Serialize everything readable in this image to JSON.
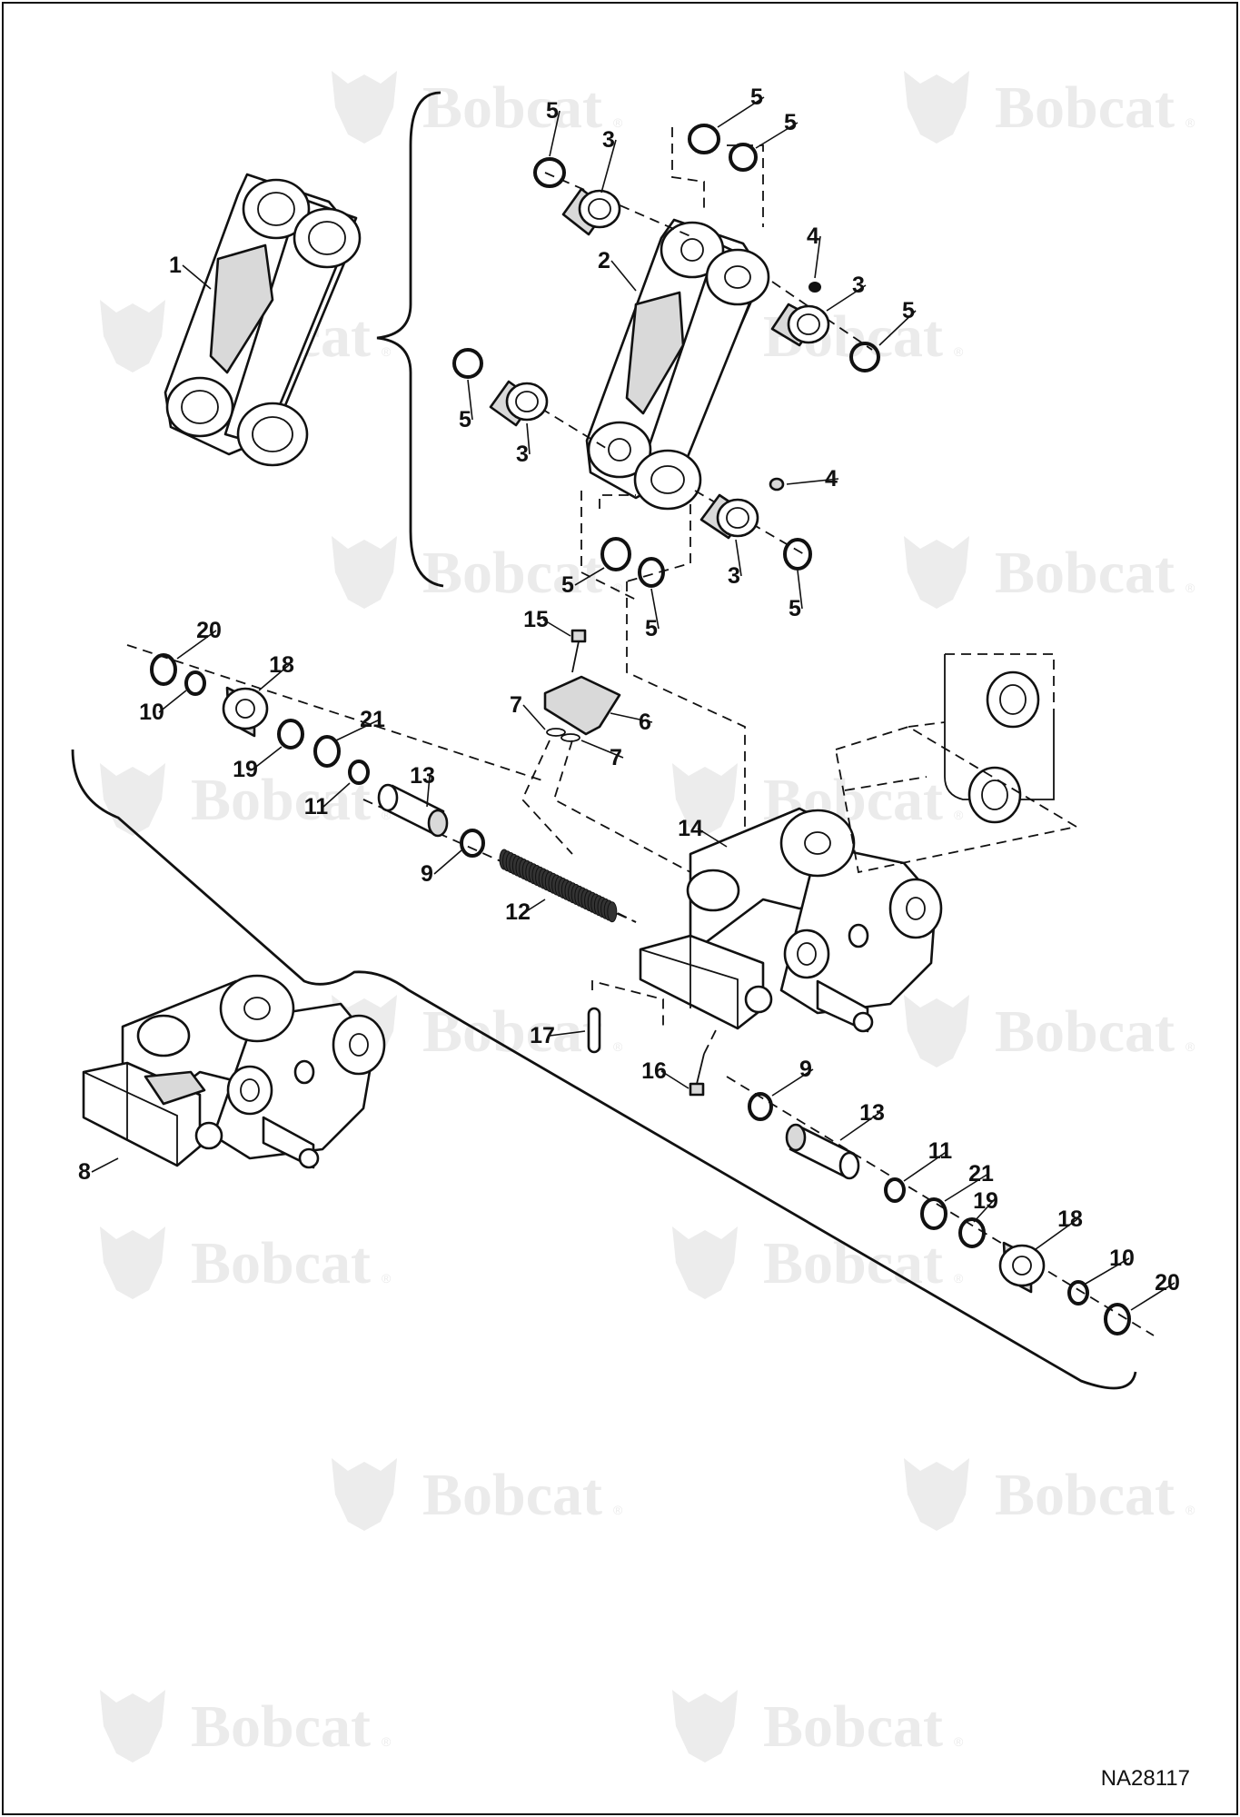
{
  "figure_id": "NA28117",
  "watermark": {
    "brand_text": "Bobcat",
    "registered_mark": "®"
  },
  "callouts": [
    {
      "label": "1"
    },
    {
      "label": "2"
    },
    {
      "label": "3"
    },
    {
      "label": "3"
    },
    {
      "label": "3"
    },
    {
      "label": "3"
    },
    {
      "label": "4"
    },
    {
      "label": "4"
    },
    {
      "label": "5"
    },
    {
      "label": "5"
    },
    {
      "label": "5"
    },
    {
      "label": "5"
    },
    {
      "label": "5"
    },
    {
      "label": "5"
    },
    {
      "label": "5"
    },
    {
      "label": "5"
    },
    {
      "label": "6"
    },
    {
      "label": "7"
    },
    {
      "label": "7"
    },
    {
      "label": "8"
    },
    {
      "label": "9"
    },
    {
      "label": "9"
    },
    {
      "label": "10"
    },
    {
      "label": "10"
    },
    {
      "label": "11"
    },
    {
      "label": "11"
    },
    {
      "label": "12"
    },
    {
      "label": "13"
    },
    {
      "label": "13"
    },
    {
      "label": "14"
    },
    {
      "label": "15"
    },
    {
      "label": "16"
    },
    {
      "label": "17"
    },
    {
      "label": "18"
    },
    {
      "label": "18"
    },
    {
      "label": "19"
    },
    {
      "label": "19"
    },
    {
      "label": "20"
    },
    {
      "label": "20"
    },
    {
      "label": "21"
    },
    {
      "label": "21"
    }
  ]
}
